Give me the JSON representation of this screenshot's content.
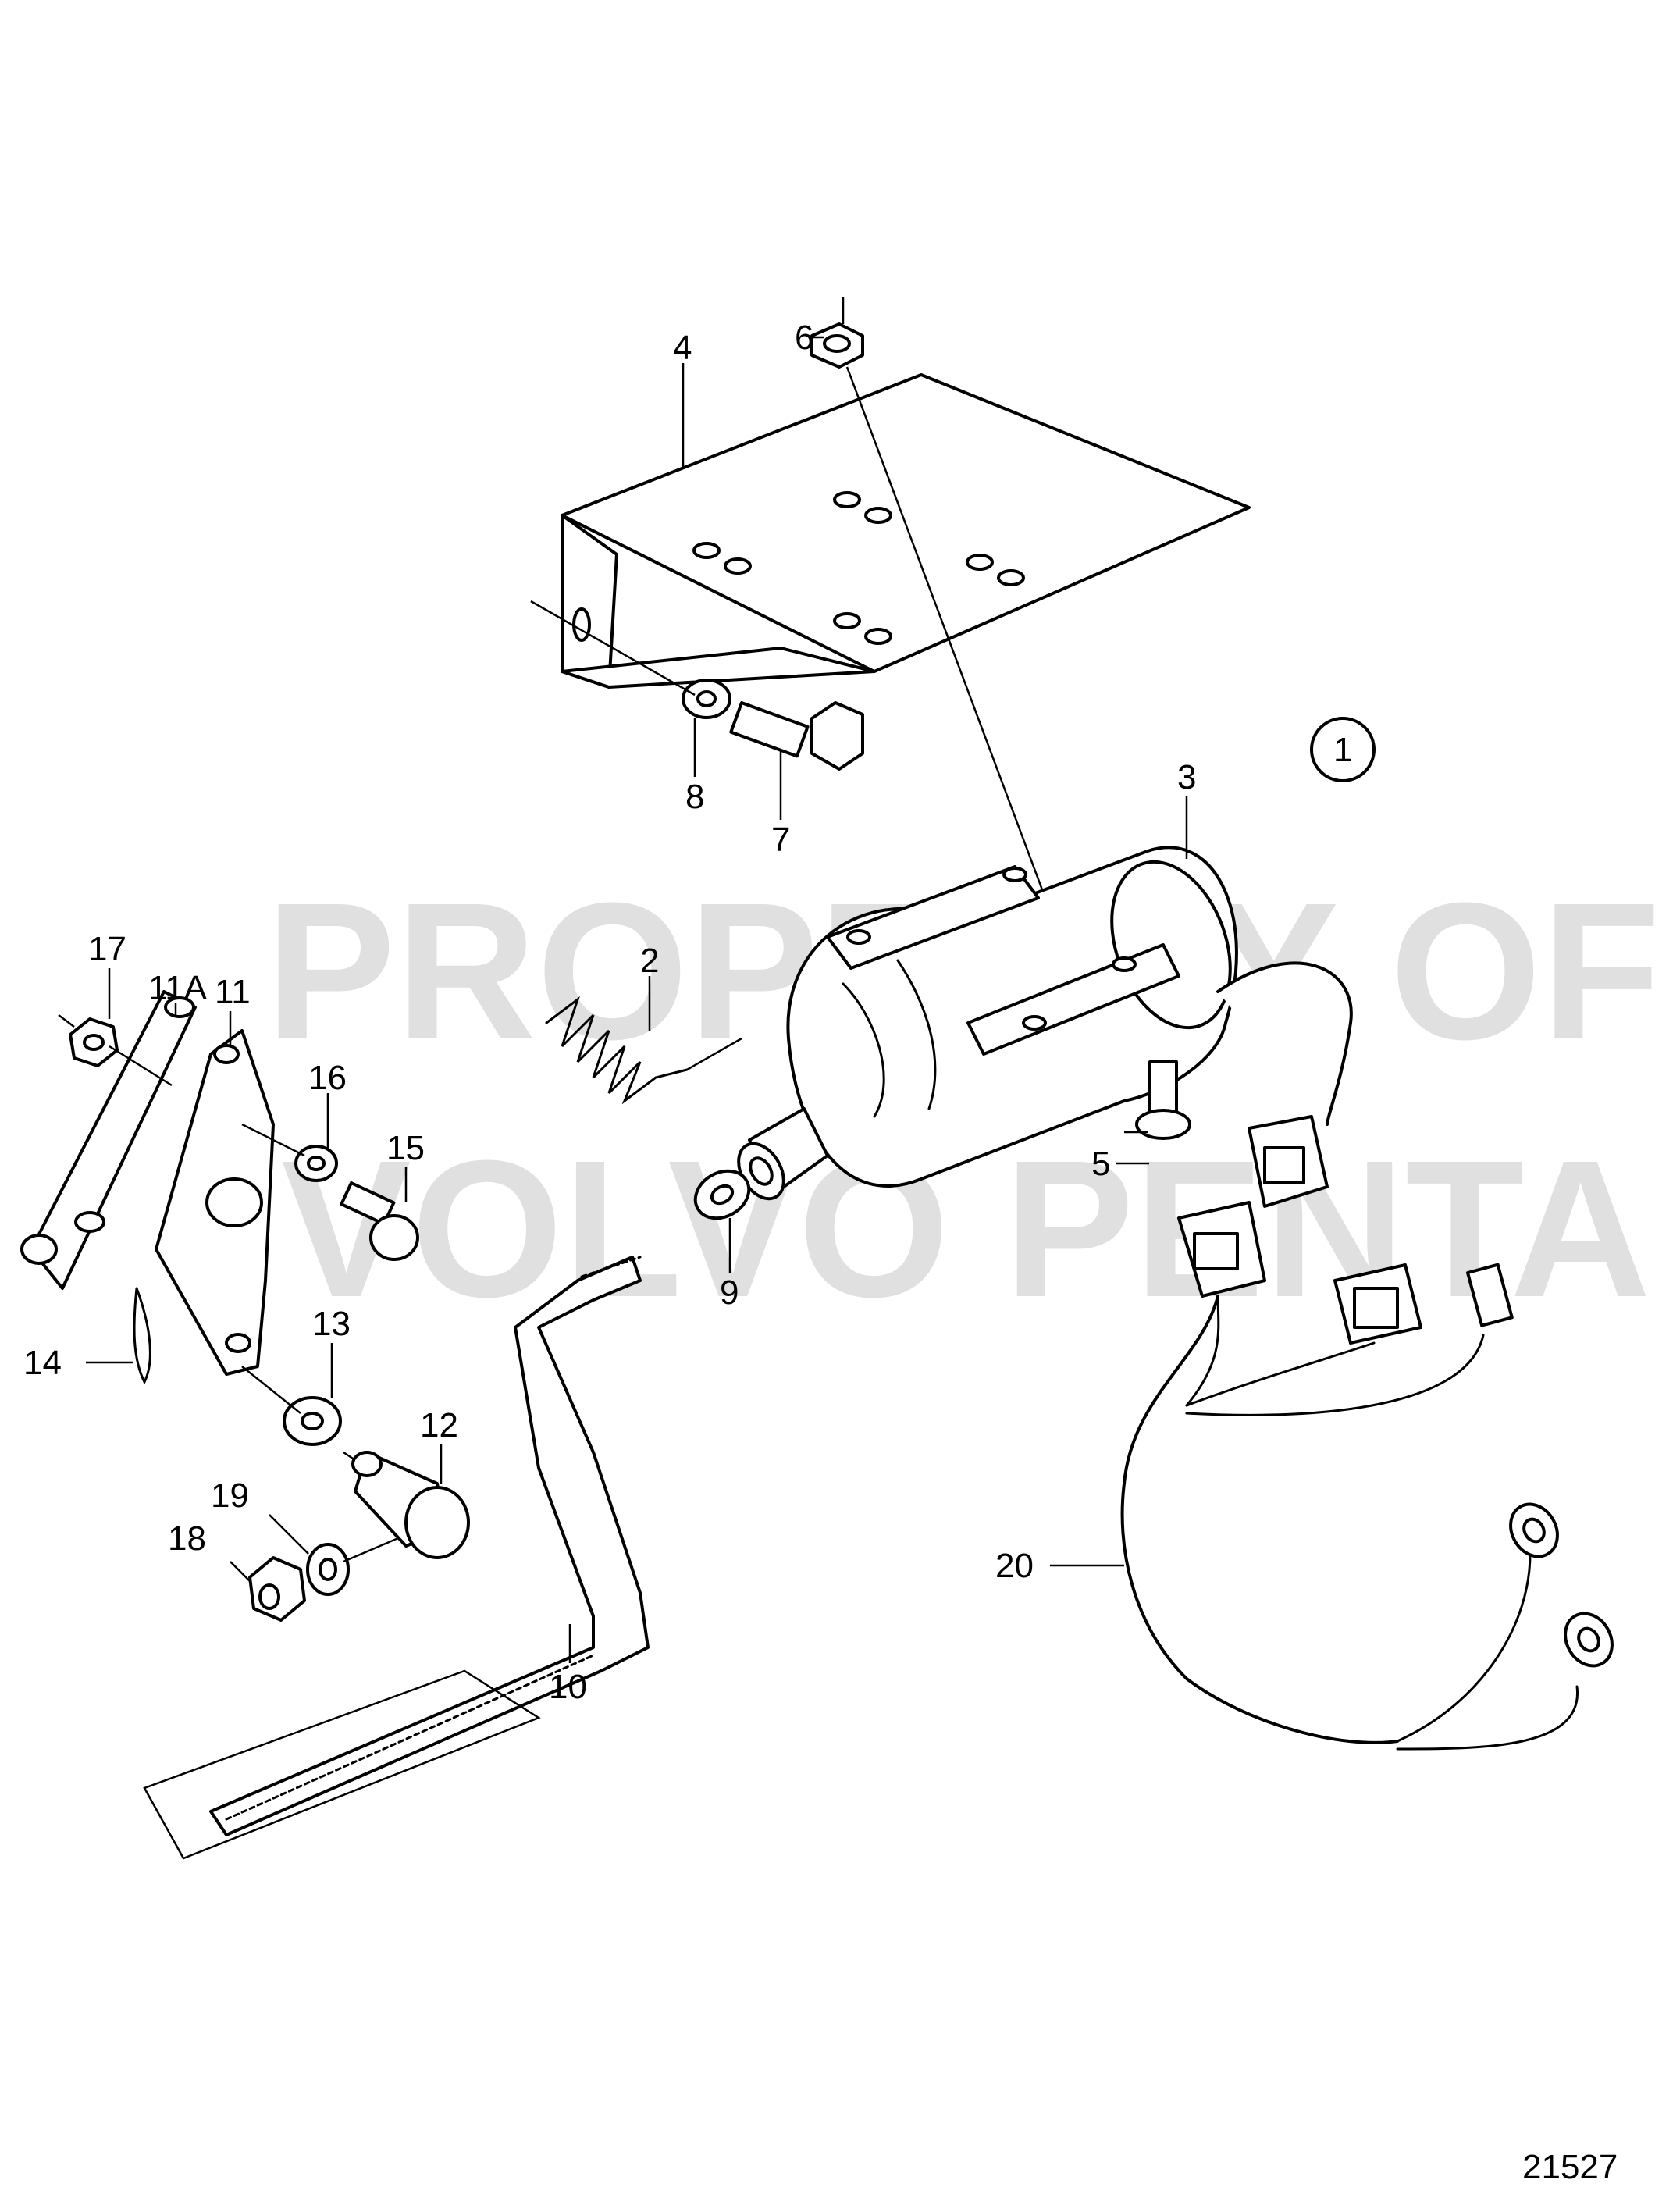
{
  "drawing_number": "21527",
  "group_marker": "1",
  "watermark": {
    "line1": "PROPERTY OF",
    "line2": "VOLVO PENTA"
  },
  "callouts": [
    {
      "id": "c1",
      "text": "1"
    },
    {
      "id": "c2",
      "text": "2"
    },
    {
      "id": "c3",
      "text": "3"
    },
    {
      "id": "c4",
      "text": "4"
    },
    {
      "id": "c5",
      "text": "5"
    },
    {
      "id": "c6",
      "text": "6"
    },
    {
      "id": "c7",
      "text": "7"
    },
    {
      "id": "c8",
      "text": "8"
    },
    {
      "id": "c9",
      "text": "9"
    },
    {
      "id": "c10",
      "text": "10"
    },
    {
      "id": "c11",
      "text": "11"
    },
    {
      "id": "c11a",
      "text": "11A"
    },
    {
      "id": "c12",
      "text": "12"
    },
    {
      "id": "c13",
      "text": "13"
    },
    {
      "id": "c14",
      "text": "14"
    },
    {
      "id": "c15",
      "text": "15"
    },
    {
      "id": "c16",
      "text": "16"
    },
    {
      "id": "c17",
      "text": "17"
    },
    {
      "id": "c18",
      "text": "18"
    },
    {
      "id": "c19",
      "text": "19"
    },
    {
      "id": "c20",
      "text": "20"
    }
  ]
}
